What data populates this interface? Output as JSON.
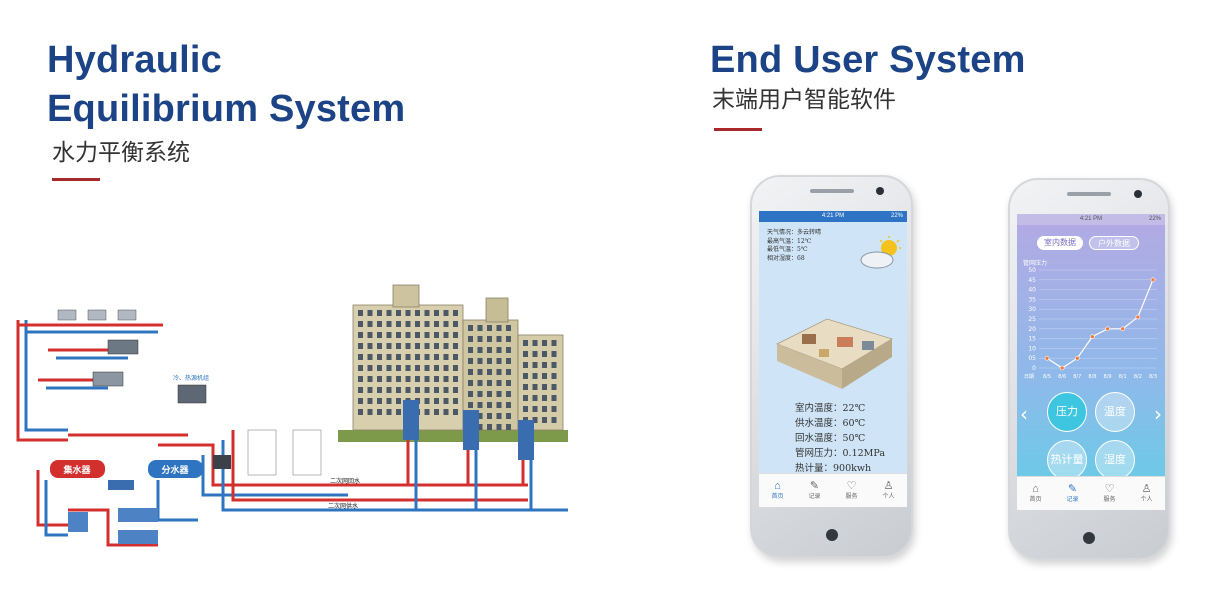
{
  "left": {
    "title_line1": "Hydraulic",
    "title_line2": "Equilibrium System",
    "subtitle": "水力平衡系统",
    "diagram": {
      "collector_label": "集水器",
      "distributor_label": "分水器",
      "chiller_label": "冷、热源机组",
      "return_label": "二次网回水",
      "supply_label": "二次网供水",
      "colors": {
        "supply": "#d32f2f",
        "return": "#2e74c0"
      }
    }
  },
  "right": {
    "title": "End User System",
    "subtitle": "末端用户智能软件",
    "phone1": {
      "time": "4:21 PM",
      "battery": "22%",
      "weather": [
        "天气情况：多云转晴",
        "最高气温：12℃",
        "最低气温：5℃",
        "相对湿度：68"
      ],
      "readings": [
        "室内温度：22℃",
        "供水温度：60℃",
        "回水温度：50℃",
        "管网压力：0.12MPa",
        "热计量：900kwh"
      ],
      "tabs": [
        "首页",
        "记录",
        "服务",
        "个人"
      ]
    },
    "phone2": {
      "time": "4:21 PM",
      "battery": "22%",
      "seg_tabs": [
        "室内数据",
        "户外数据"
      ],
      "chart_ylabel": "管网压力",
      "buttons": [
        "压力",
        "温度",
        "热计量",
        "湿度"
      ],
      "tabs": [
        "首页",
        "记录",
        "服务",
        "个人"
      ]
    }
  },
  "chart_data": {
    "type": "line",
    "ylabel": "管网压力",
    "yticks": [
      "50",
      "45",
      "40",
      "35",
      "30",
      "25",
      "20",
      "15",
      "10",
      "05",
      "0"
    ],
    "ylim": [
      0,
      50
    ],
    "categories": [
      "日期",
      "8/5",
      "8/6",
      "8/7",
      "8/8",
      "8/9",
      "8/1",
      "8/2",
      "8/3"
    ],
    "x": [
      "8/5",
      "8/6",
      "8/7",
      "8/8",
      "8/9",
      "8/1",
      "8/2",
      "8/3"
    ],
    "values": [
      5,
      0,
      5,
      16,
      20,
      20,
      26,
      45
    ],
    "colors": {
      "line": "#ffffff",
      "marker": "#f07a3a"
    }
  }
}
